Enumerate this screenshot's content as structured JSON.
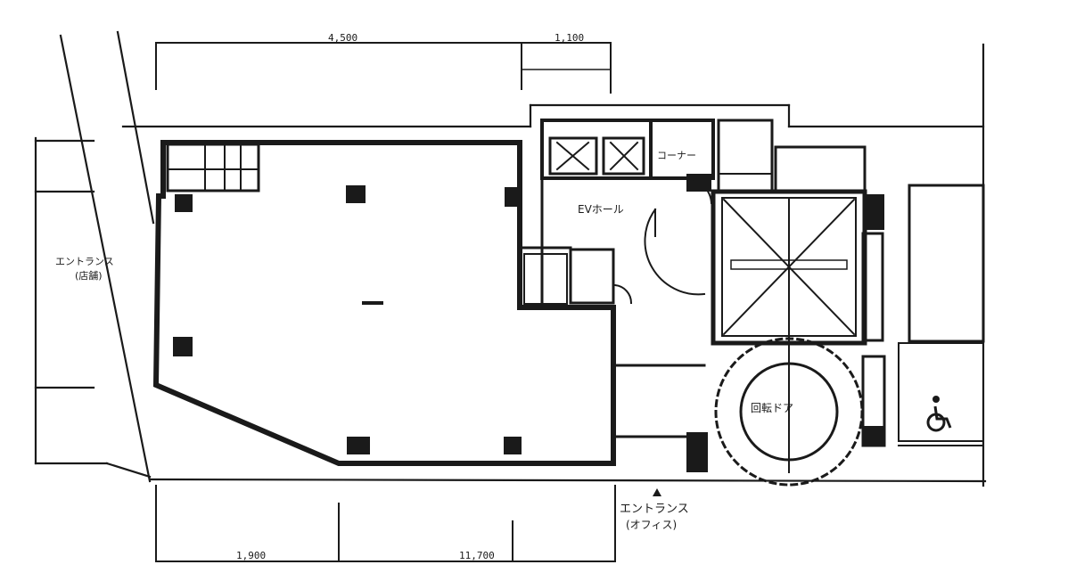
{
  "colors": {
    "ink": "#1a1a1a",
    "paper": "#ffffff"
  },
  "dimensions": {
    "top_left": "4,500",
    "top_right": "1,100",
    "bottom_left": "1,900",
    "bottom_right": "11,700"
  },
  "labels": {
    "elevator_hall": "EVホール",
    "corner": "コーナー",
    "revolving_door": "回転ドア",
    "entrance_office": "エントランス",
    "entrance_office_sub": "(オフィス)",
    "entrance_shop": "エントランス",
    "entrance_shop_sub": "(店舗)"
  },
  "icons": [
    "elevator-icon",
    "wheelchair-icon",
    "entrance-marker-icon"
  ]
}
